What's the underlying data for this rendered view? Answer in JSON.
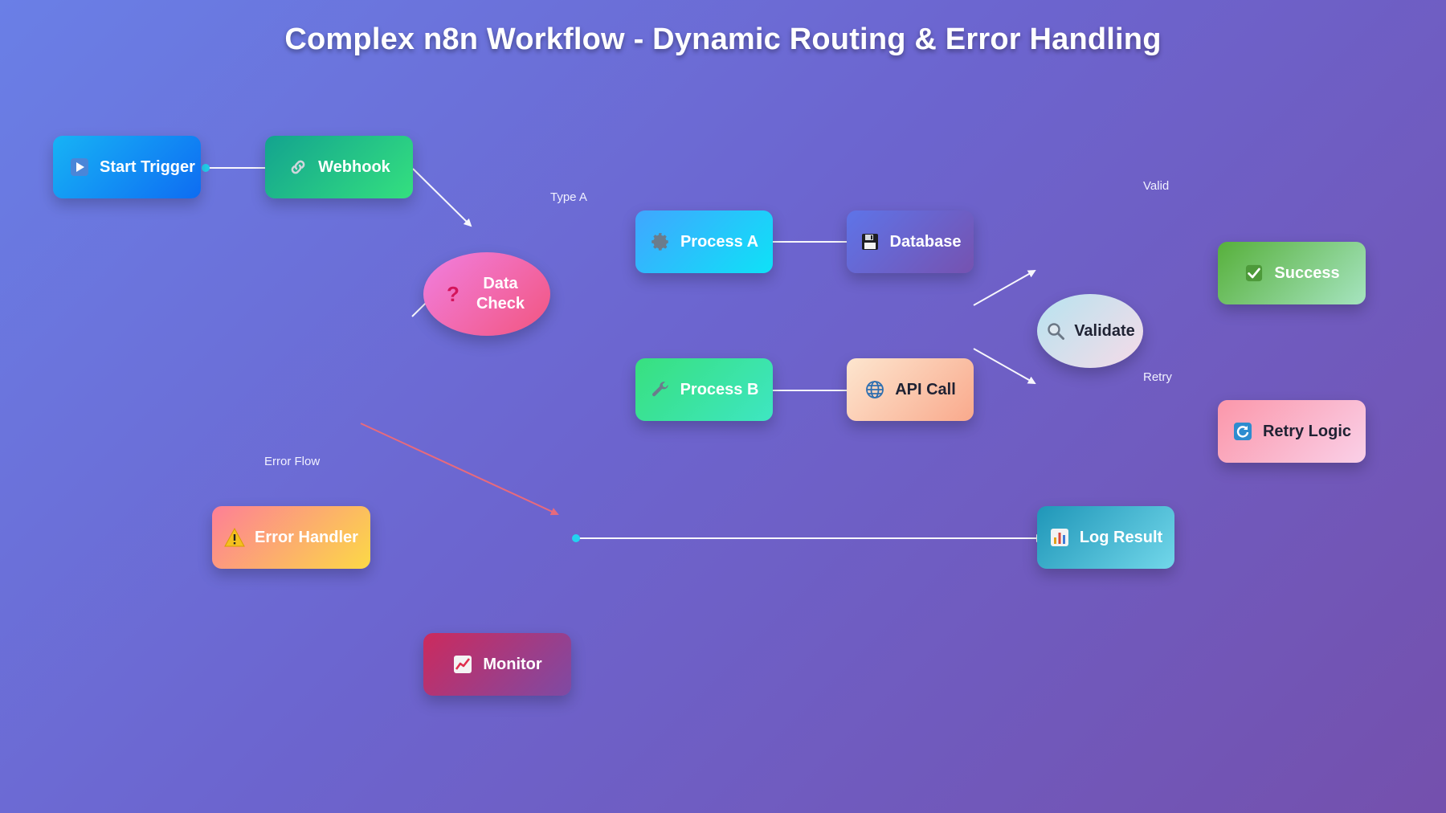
{
  "title": "Complex n8n Workflow - Dynamic Routing & Error Handling",
  "nodes": {
    "start_trigger": {
      "label": "Start Trigger",
      "icon": "play-icon"
    },
    "webhook": {
      "label": "Webhook",
      "icon": "link-icon"
    },
    "data_check": {
      "label_line1": "Data",
      "label_line2": "Check",
      "icon": "question-icon"
    },
    "process_a": {
      "label": "Process A",
      "icon": "gear-icon"
    },
    "database": {
      "label": "Database",
      "icon": "floppy-disk-icon"
    },
    "process_b": {
      "label": "Process B",
      "icon": "wrench-icon"
    },
    "api_call": {
      "label": "API Call",
      "icon": "globe-icon"
    },
    "validate": {
      "label": "Validate",
      "icon": "magnifier-icon"
    },
    "success": {
      "label": "Success",
      "icon": "checkmark-icon"
    },
    "retry_logic": {
      "label": "Retry Logic",
      "icon": "refresh-icon"
    },
    "error_handler": {
      "label": "Error Handler",
      "icon": "warning-icon"
    },
    "log_result": {
      "label": "Log Result",
      "icon": "bar-chart-icon"
    },
    "monitor": {
      "label": "Monitor",
      "icon": "trend-chart-icon"
    }
  },
  "edge_labels": {
    "type_a": "Type A",
    "valid": "Valid",
    "retry": "Retry",
    "error_flow": "Error Flow"
  },
  "colors": {
    "edge": "#ffffff",
    "error_edge": "#e86a7c",
    "port": "#22d3f0"
  }
}
